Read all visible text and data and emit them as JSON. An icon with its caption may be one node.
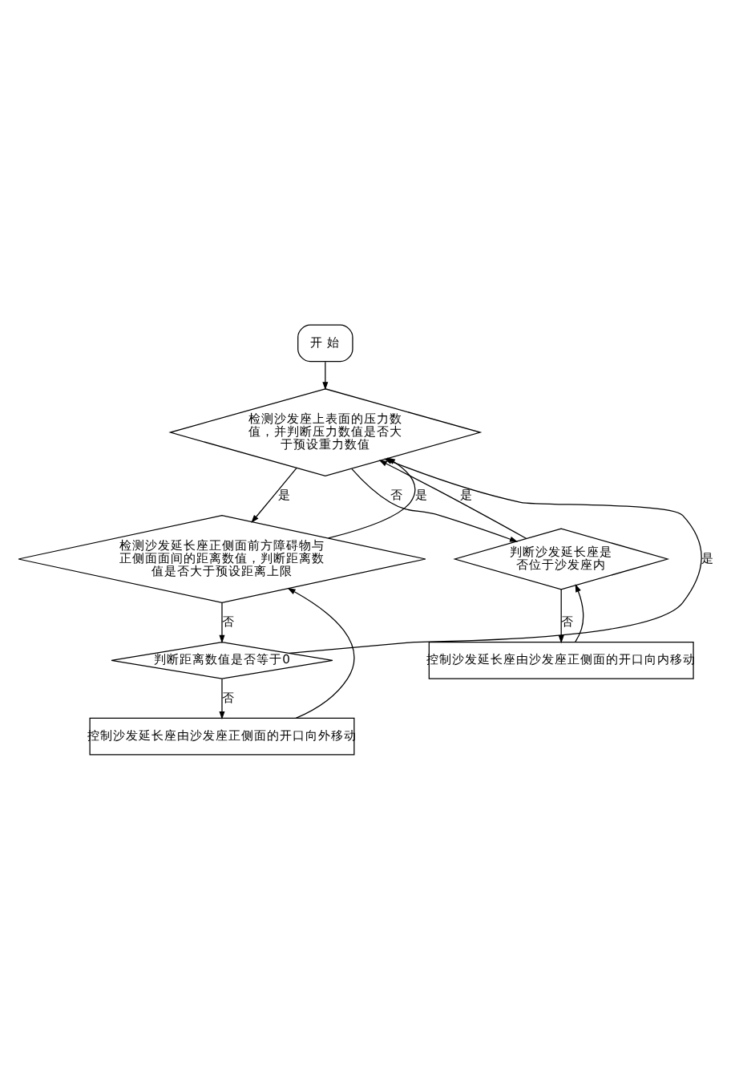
{
  "diagram": {
    "nodes": [
      {
        "text": [
          "开 始"
        ]
      },
      {
        "text": [
          "检测沙发座上表面的压力数值，并判断压力数值是否大于预设重力数值"
        ]
      },
      {
        "text": [
          "检测沙发延长座正侧面前方障碍物与正侧面面间的距离数值，判断距离数值是否大于预设距离上限"
        ]
      },
      {
        "text": [
          "判断距离数值是否等于0"
        ]
      },
      {
        "text": [
          "控制沙发延长座由沙发座正侧面的开口向外移动"
        ]
      },
      {
        "text": [
          "判断沙发延长座是否位于沙发座内"
        ]
      },
      {
        "text": [
          "控制沙发延长座由沙发座正侧面的开口向内移动"
        ]
      }
    ],
    "edges": [
      {
        "from": 0,
        "to": 1,
        "arrow": "to"
      },
      {
        "from": 1,
        "to": 2,
        "arrow": "to",
        "label": "是"
      },
      {
        "from": 1,
        "to": 5,
        "arrow": "to",
        "label": "否"
      },
      {
        "from": 2,
        "to": 1,
        "arrow": "to",
        "label": "是"
      },
      {
        "from": 2,
        "to": 3,
        "arrow": "to",
        "label": "否"
      },
      {
        "from": 3,
        "to": 1,
        "arrow": "to",
        "label": "是"
      },
      {
        "from": 3,
        "to": 4,
        "arrow": "to",
        "label": "否"
      },
      {
        "from": 4,
        "to": 2,
        "arrow": "to"
      },
      {
        "from": 5,
        "to": 1,
        "arrow": "to",
        "label": "是"
      },
      {
        "from": 5,
        "to": 6,
        "arrow": "to",
        "label": "否"
      },
      {
        "from": 6,
        "to": 5,
        "arrow": "to"
      }
    ]
  }
}
